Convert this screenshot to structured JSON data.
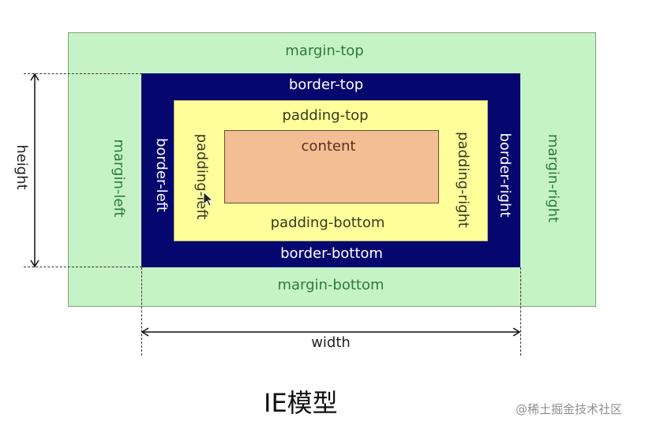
{
  "labels": {
    "margin_top": "margin-top",
    "margin_left": "margin-left",
    "margin_right": "margin-right",
    "margin_bottom": "margin-bottom",
    "border_top": "border-top",
    "border_left": "border-left",
    "border_right": "border-right",
    "border_bottom": "border-bottom",
    "padding_top": "padding-top",
    "padding_left": "padding-left",
    "padding_right": "padding-right",
    "padding_bottom": "padding-bottom",
    "content": "content",
    "height": "height",
    "width": "width"
  },
  "title": "IE模型",
  "watermark": "@稀土掘金技术社区",
  "colors": {
    "margin": "#c6f3c6",
    "border": "#06066f",
    "padding": "#ffff9b",
    "content": "#f2be93"
  },
  "icons": {
    "cursor": "mouse-pointer-icon"
  }
}
